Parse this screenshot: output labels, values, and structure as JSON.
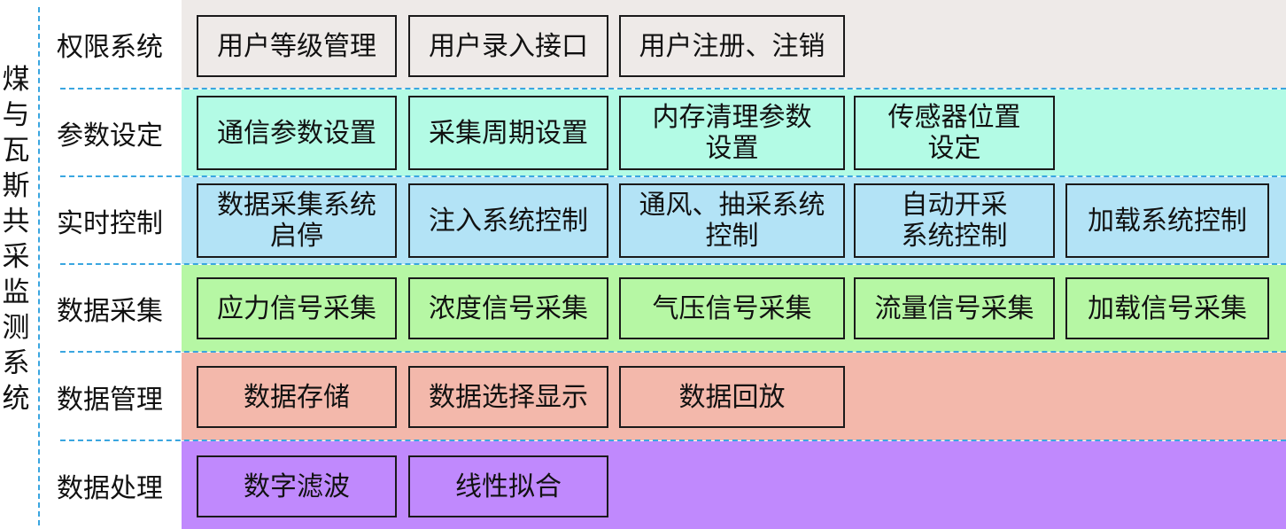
{
  "title": "煤与瓦斯共采监测系统",
  "colors": {
    "divider": "#3aa6e0",
    "permission": "#eeeae8",
    "parameter": "#b3fbe5",
    "control": "#b3e3f6",
    "acquisition": "#b6f7a4",
    "management": "#f3b8ab",
    "processing": "#c089fd"
  },
  "layers": [
    {
      "label": "权限系统",
      "modules": [
        "用户等级管理",
        "用户录入接口",
        "用户注册、注销"
      ]
    },
    {
      "label": "参数设定",
      "modules": [
        "通信参数设置",
        "采集周期设置",
        "内存清理参数\n设置",
        "传感器位置\n设定"
      ]
    },
    {
      "label": "实时控制",
      "modules": [
        "数据采集系统\n启停",
        "注入系统控制",
        "通风、抽采系统\n控制",
        "自动开采\n系统控制",
        "加载系统控制"
      ]
    },
    {
      "label": "数据采集",
      "modules": [
        "应力信号采集",
        "浓度信号采集",
        "气压信号采集",
        "流量信号采集",
        "加载信号采集"
      ]
    },
    {
      "label": "数据管理",
      "modules": [
        "数据存储",
        "数据选择显示",
        "数据回放"
      ]
    },
    {
      "label": "数据处理",
      "modules": [
        "数字滤波",
        "线性拟合"
      ]
    }
  ]
}
